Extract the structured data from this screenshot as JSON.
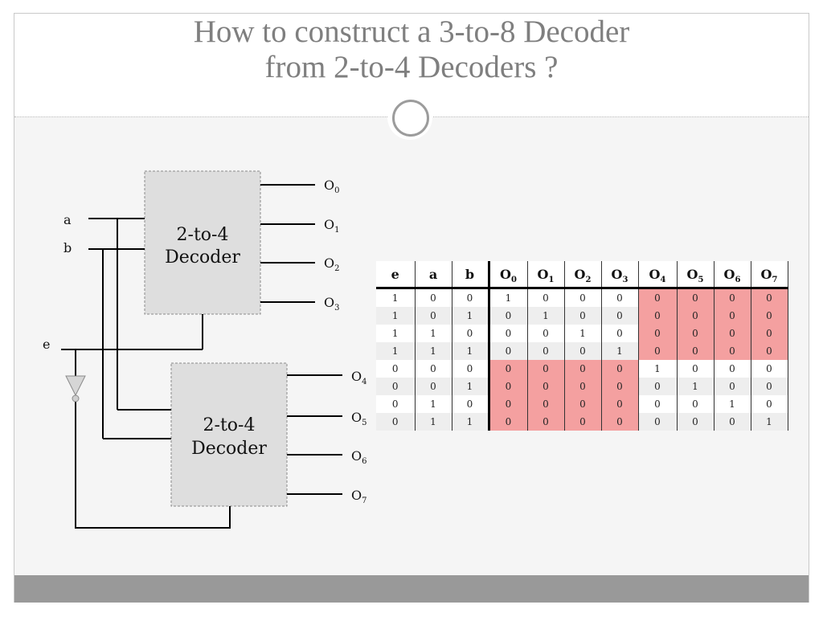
{
  "slide": {
    "title_line1": "How to construct a 3-to-8 Decoder",
    "title_line2": "from 2-to-4 Decoders ?"
  },
  "diagram": {
    "decoder_top_label_line1": "2-to-4",
    "decoder_top_label_line2": "Decoder",
    "decoder_bottom_label_line1": "2-to-4",
    "decoder_bottom_label_line2": "Decoder",
    "input_a": "a",
    "input_b": "b",
    "input_e": "e",
    "outputs": [
      {
        "base": "O",
        "sub": "0"
      },
      {
        "base": "O",
        "sub": "1"
      },
      {
        "base": "O",
        "sub": "2"
      },
      {
        "base": "O",
        "sub": "3"
      },
      {
        "base": "O",
        "sub": "4"
      },
      {
        "base": "O",
        "sub": "5"
      },
      {
        "base": "O",
        "sub": "6"
      },
      {
        "base": "O",
        "sub": "7"
      }
    ]
  },
  "truth_table": {
    "headers": [
      {
        "base": "e",
        "sub": ""
      },
      {
        "base": "a",
        "sub": ""
      },
      {
        "base": "b",
        "sub": ""
      },
      {
        "base": "O",
        "sub": "0"
      },
      {
        "base": "O",
        "sub": "1"
      },
      {
        "base": "O",
        "sub": "2"
      },
      {
        "base": "O",
        "sub": "3"
      },
      {
        "base": "O",
        "sub": "4"
      },
      {
        "base": "O",
        "sub": "5"
      },
      {
        "base": "O",
        "sub": "6"
      },
      {
        "base": "O",
        "sub": "7"
      }
    ],
    "rows": [
      [
        "1",
        "0",
        "0",
        "1",
        "0",
        "0",
        "0",
        "0",
        "0",
        "0",
        "0"
      ],
      [
        "1",
        "0",
        "1",
        "0",
        "1",
        "0",
        "0",
        "0",
        "0",
        "0",
        "0"
      ],
      [
        "1",
        "1",
        "0",
        "0",
        "0",
        "1",
        "0",
        "0",
        "0",
        "0",
        "0"
      ],
      [
        "1",
        "1",
        "1",
        "0",
        "0",
        "0",
        "1",
        "0",
        "0",
        "0",
        "0"
      ],
      [
        "0",
        "0",
        "0",
        "0",
        "0",
        "0",
        "0",
        "1",
        "0",
        "0",
        "0"
      ],
      [
        "0",
        "0",
        "1",
        "0",
        "0",
        "0",
        "0",
        "0",
        "1",
        "0",
        "0"
      ],
      [
        "0",
        "1",
        "0",
        "0",
        "0",
        "0",
        "0",
        "0",
        "0",
        "1",
        "0"
      ],
      [
        "0",
        "1",
        "1",
        "0",
        "0",
        "0",
        "0",
        "0",
        "0",
        "0",
        "1"
      ]
    ],
    "highlight_color": "#f4a0a0"
  }
}
